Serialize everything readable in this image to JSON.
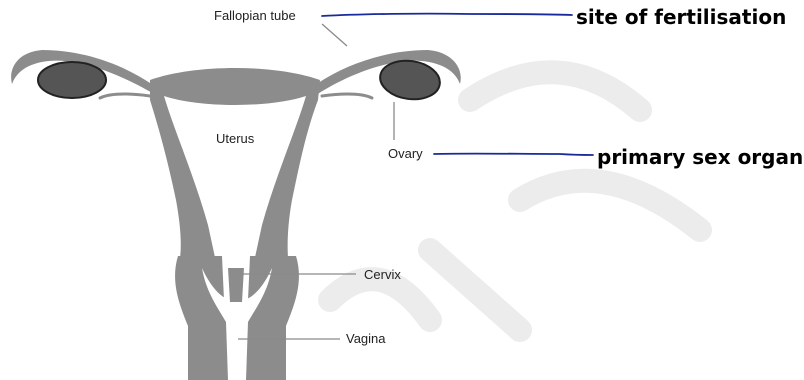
{
  "labels": {
    "fallopian_tube": "Fallopian tube",
    "uterus": "Uterus",
    "ovary": "Ovary",
    "cervix": "Cervix",
    "vagina": "Vagina"
  },
  "annotations": {
    "fallopian_tube_note": "site of fertilisation",
    "ovary_note": "primary sex organ"
  },
  "colors": {
    "organ": "#8c8c8c",
    "ovary": "#555555",
    "cavity": "#ffffff",
    "leader": "#8a8a8a",
    "annotation_line": "#1a2a9c",
    "watermark": "#ececec"
  }
}
